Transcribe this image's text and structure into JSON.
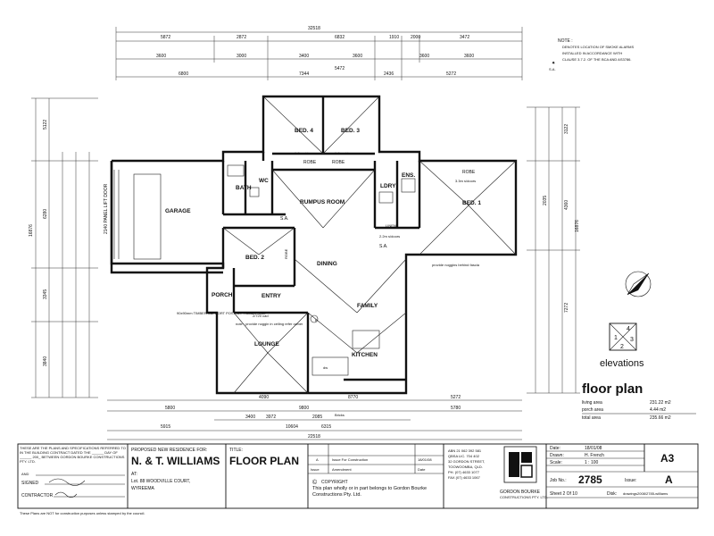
{
  "dimensions": {
    "top_total": "32518",
    "top_left": "5872",
    "top_mid": "2872",
    "top_right_a": "6832",
    "top_right_b": "1910",
    "top_right_c": "2000",
    "top_right_d": "3472",
    "top_row2": [
      "3600",
      "3000",
      "3400",
      "3600",
      "3600",
      "3600"
    ],
    "row3": [
      "6800",
      "7344",
      "5472",
      "2436",
      "5272"
    ],
    "bottom": [
      "4090",
      "8770",
      "5272"
    ],
    "bottom_row2": [
      "5800",
      "9800",
      "5915",
      "6315",
      "5780"
    ],
    "bottom_total": "22518",
    "bottom_mid": [
      "3400",
      "10604",
      "3972",
      "2085"
    ],
    "left_total": "16876",
    "left_vals": [
      "5122",
      "6280",
      "3345",
      "3840"
    ],
    "right_total": "16876",
    "right_vals": [
      "3122",
      "4360",
      "7272",
      "2035"
    ]
  },
  "rooms": {
    "bed4": "BED. 4",
    "bed3": "BED. 3",
    "bed1": "BED. 1",
    "bed2": "BED. 2",
    "garage": "GARAGE",
    "rumpus": "RUMPUS ROOM",
    "bath": "BATH",
    "wc": "WC",
    "ldry": "LDRY",
    "ens": "ENS.",
    "dining": "DINING",
    "family": "FAMILY",
    "lounge": "LOUNGE",
    "kitchen": "KITCHEN",
    "entry": "ENTRY",
    "porch": "PORCH",
    "robe": "ROBE",
    "linen": "LINEN"
  },
  "labels": {
    "panel_lift_door": "2140 PANEL LIFT DOOR",
    "s_doors_1": "1.8m s/doors",
    "s_doors_2": "3.3m s/doors",
    "s_doors_3": "2.2m s/doors",
    "sa": "S.A.",
    "timber_post": "90x90mm TIMBER SUPPORT POST W/- TIMBER RAIL",
    "provide_noggins": "provide noggins behind fascia",
    "cad": "2/720 cad",
    "note_noggin": "note : provide noggin in ceiling refer owner",
    "dw": "dw",
    "fr": "fr",
    "bricks": "Bricks"
  },
  "note": {
    "title": "NOTE :",
    "line1": "DENOTES LOCATION OF SMOKE ALARMS",
    "line2": "INSTALLED IN ACCORDANCE WITH",
    "line3": "CLAUSE 3.7.2. OF THE BCA AND AS3786.",
    "sa_key": "S.A."
  },
  "elevations": {
    "label": "elevations",
    "n4": "4",
    "n1": "1",
    "n2": "2",
    "n3": "3"
  },
  "areas": {
    "heading": "floor plan",
    "rows": [
      {
        "label": "living area",
        "value": "231.22 m2"
      },
      {
        "label": "porch area",
        "value": "4.44 m2"
      },
      {
        "label": "total area",
        "value": "235.66 m2"
      }
    ]
  },
  "title_block": {
    "contract_text": "THESE ARE THE PLANS AND SPECIFICATIONS REFERRED TO IN THE BUILDING CONTRACT DATED THE ______ DAY OF ______ 200_ BETWEEN GORDON BOURKE CONSTRUCTIONS PTY. LTD.",
    "and": "AND",
    "signed": "SIGNED",
    "contractor": "CONTRACTOR",
    "proposed_label": "PROPOSED NEW RESIDENCE FOR:",
    "client": "N. & T. WILLIAMS",
    "at": "AT:",
    "address1": "Lot. 88 WOODVILLE COURT,",
    "address2": "WYREEMA",
    "title_label": "TITLE:",
    "title": "FLOOR PLAN",
    "issue_row_1": "A",
    "issue_desc_1": "Issue For Construction",
    "issue_date_1": "18/01/08",
    "issue_hdr": "Issue",
    "amend_hdr": "Amendment",
    "date_hdr": "Date",
    "copyright": "COPYRIGHT",
    "copyright_text": "This plan wholly or in part belongs to Gordon Bourke Constructions Pty. Ltd.",
    "company_info": [
      "ABN 21 062 392 581",
      "QBSA LIC. 704 402",
      "32 GORDON STREET,",
      "TOOWOOMBA, QLD.",
      "PH. (07) 4633 1077",
      "FAX (07) 4633 1067"
    ],
    "company": "GORDON BOURKE",
    "company_sub": "CONSTRUCTIONS PTY. LTD.",
    "date_label": "Date:",
    "date": "18/01/08",
    "drawn_label": "Drawn:",
    "drawn": "H. French",
    "scale_label": "Scale:",
    "scale": "1 : 100",
    "sheet_size": "A3",
    "job_label": "Job No.:",
    "job": "2785",
    "issue_label": "Issue:",
    "issue": "A",
    "sheet_label": "Sheet 2 Of 10",
    "disk_label": "Disk:",
    "disk": "drawings2008/2785-williams",
    "footer": "These Plans are NOT for construction purposes unless stamped by the council."
  }
}
